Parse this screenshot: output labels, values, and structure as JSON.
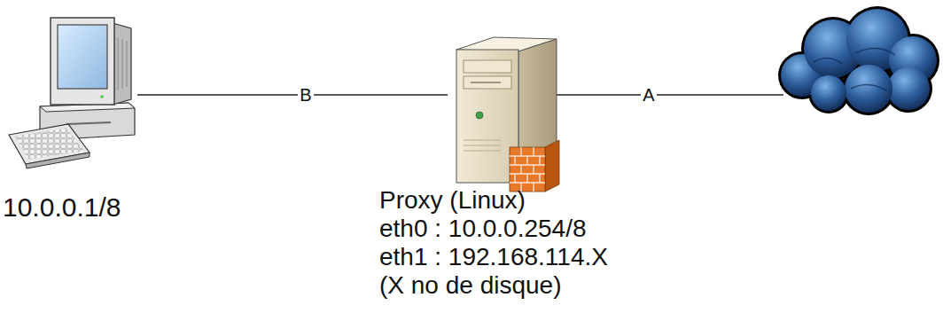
{
  "diagram": {
    "nodes": [
      {
        "text": [
          "10.0.0.1/8"
        ]
      },
      {
        "text": [
          "Proxy (Linux)",
          "eth0 : 10.0.0.254/8",
          "eth1 : 192.168.114.X",
          "(X no de disque)"
        ]
      }
    ],
    "edges": [
      {
        "from": 0,
        "to": 1,
        "label": "B",
        "arrow": "none"
      }
    ],
    "labels": [
      "A"
    ]
  }
}
